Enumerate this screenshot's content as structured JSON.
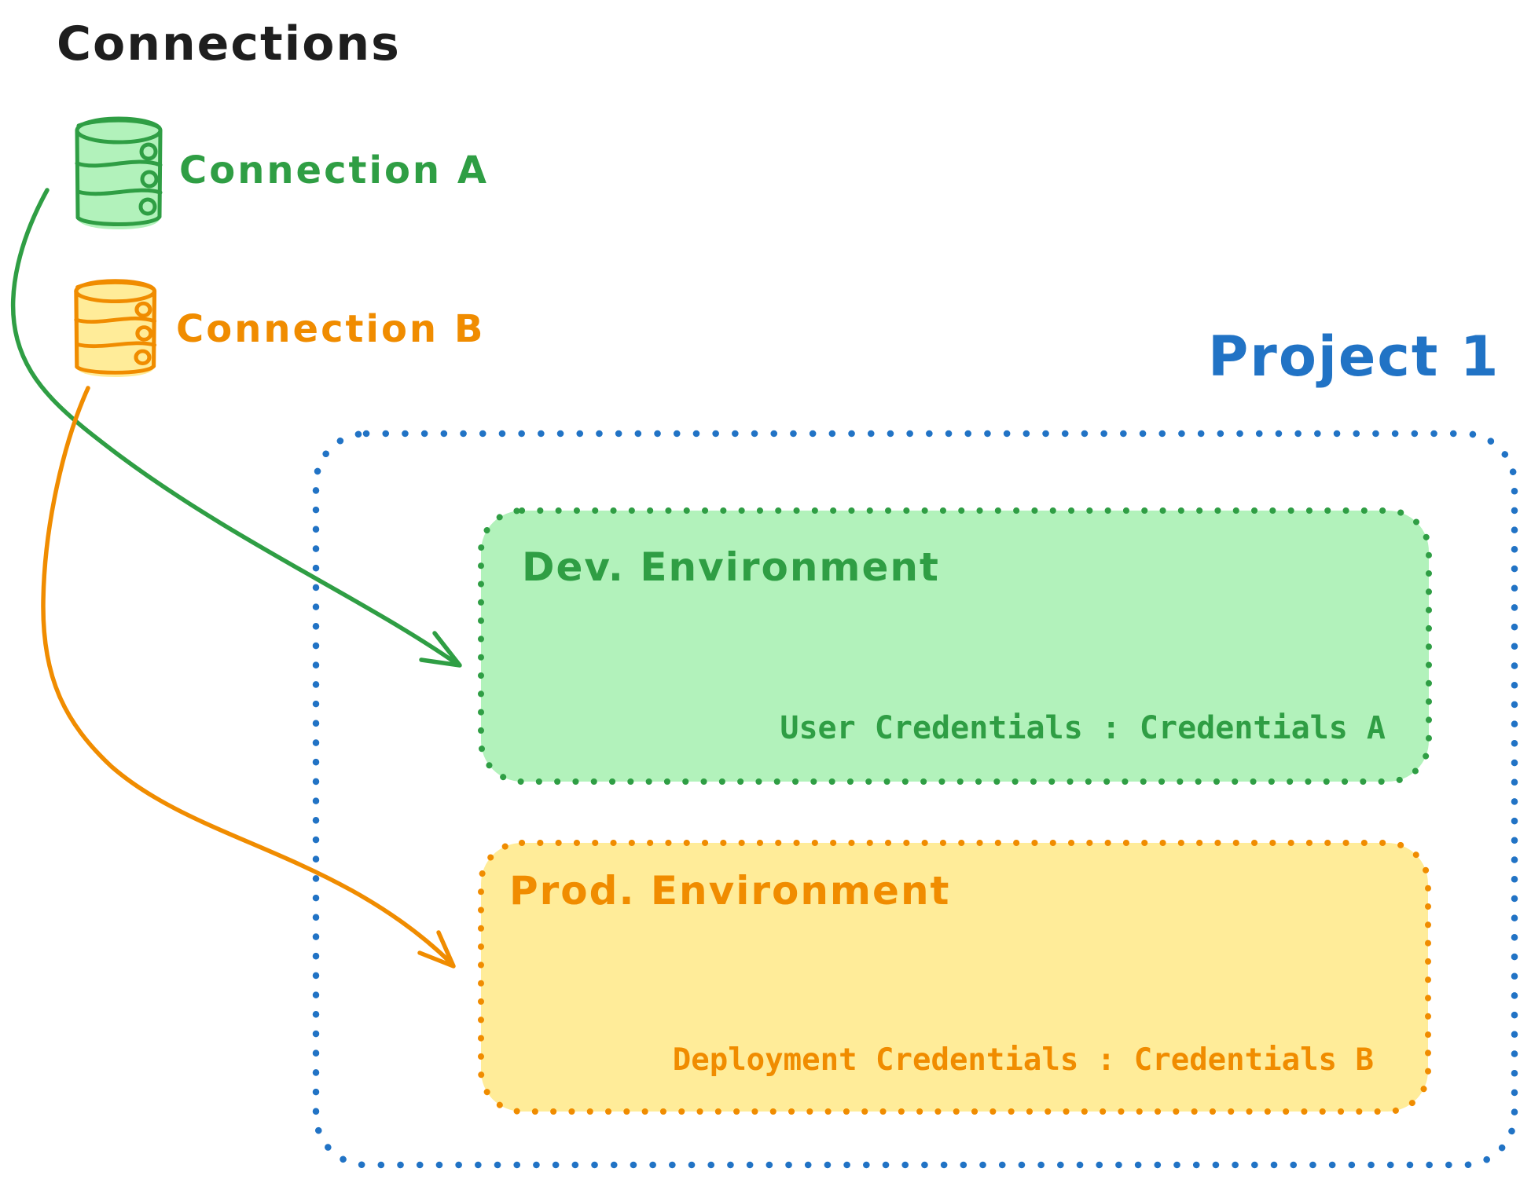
{
  "connections_panel": {
    "title": "Connections",
    "items": [
      {
        "label": "Connection A",
        "icon": "database-icon",
        "stroke_color": "#2f9e44",
        "fill_color": "#b2f2bb"
      },
      {
        "label": "Connection B",
        "icon": "database-icon",
        "stroke_color": "#f08c00",
        "fill_color": "#ffec99"
      }
    ]
  },
  "project": {
    "title": "Project 1",
    "border_color": "#2173c5",
    "environments": [
      {
        "name": "Dev. Environment",
        "credentials_text": "User Credentials : Credentials A",
        "stroke_color": "#2f9e44",
        "fill_color": "#b2f2bb",
        "arrow_from": "Connection A"
      },
      {
        "name": "Prod. Environment",
        "credentials_text": "Deployment Credentials : Credentials B",
        "stroke_color": "#f08c00",
        "fill_color": "#ffec99",
        "arrow_from": "Connection B"
      }
    ]
  }
}
